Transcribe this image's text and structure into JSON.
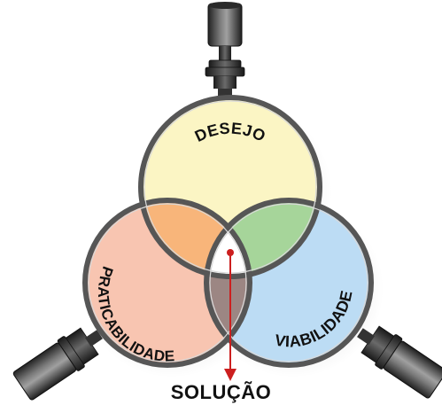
{
  "diagram": {
    "labels": {
      "top": "DESEJO",
      "left": "PRATICABILIDADE",
      "right": "VIABILIDADE",
      "solution": "SOLUÇÃO"
    },
    "colors": {
      "top_lens": "#fbf5c4",
      "left_lens": "#f8c5b1",
      "right_lens": "#bcdcf4",
      "top_left_overlap": "#f8b57a",
      "top_right_overlap": "#a6d59a",
      "left_right_overlap": "#9c8683",
      "center": "#ffffff",
      "rim": "#565656",
      "marker": "#cc1f1f"
    }
  }
}
